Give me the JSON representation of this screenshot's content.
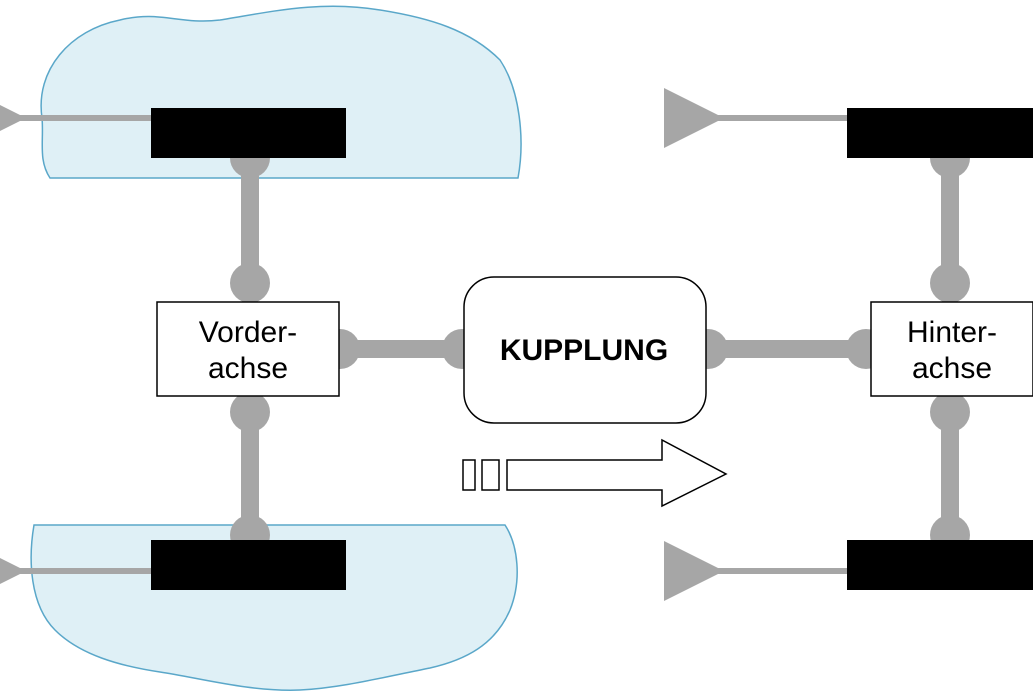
{
  "nodes": {
    "front_axle": {
      "line1": "Vorder-",
      "line2": "achse"
    },
    "clutch": {
      "label": "KUPPLUNG"
    },
    "rear_axle": {
      "line1": "Hinter-",
      "line2": "achse"
    }
  },
  "colors": {
    "shaft": "#a6a6a6",
    "wheel": "#000000",
    "ice_fill": "#dff0f6",
    "ice_stroke": "#5aa7c9",
    "box_stroke": "#000000"
  },
  "icons": {
    "force_arrow": "arrow-left",
    "flow_arrow": "arrow-right-outline"
  }
}
